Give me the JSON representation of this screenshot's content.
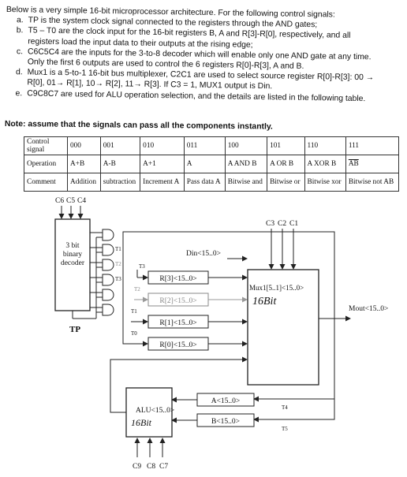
{
  "intro": {
    "lead": "Below is a very simple 16-bit microprocessor architecture. For the following control signals:",
    "items": [
      {
        "marker": "a.",
        "lines": [
          "TP is the system clock signal connected to the registers through the AND gates;"
        ]
      },
      {
        "marker": "b.",
        "lines": [
          "T5 – T0 are the clock input for the 16-bit registers B, A and R[3]-R[0], respectively, and all",
          "registers load the input data to their outputs at the rising edge;"
        ]
      },
      {
        "marker": "c.",
        "lines": [
          "C6C5C4 are the inputs for the 3-to-8 decoder which will enable only one AND gate at any time.",
          "Only the first 6 outputs are used to control the 6 registers R[0]-R[3], A and B."
        ]
      },
      {
        "marker": "d.",
        "lines": [
          "Mux1 is a 5-to-1 16-bit bus multiplexer, C2C1 are used to select source register R[0]-R[3]: 00 →",
          "R[0], 01→ R[1], 10→ R[2], 11→ R[3]. If C3 = 1, MUX1 output is Din."
        ]
      },
      {
        "marker": "e.",
        "lines": [
          "C9C8C7 are used for ALU operation selection, and the details are listed in the following table."
        ]
      }
    ]
  },
  "note": "Note: assume that the signals can pass all the components instantly.",
  "table": {
    "row_headers": [
      "Control signal",
      "Operation",
      "Comment"
    ],
    "columns": [
      {
        "code": "000",
        "operation": "A+B",
        "comment": "Addition"
      },
      {
        "code": "001",
        "operation": "A-B",
        "comment": "subtraction"
      },
      {
        "code": "010",
        "operation": "A+1",
        "comment": "Increment A"
      },
      {
        "code": "011",
        "operation": "A",
        "comment": "Pass data A"
      },
      {
        "code": "100",
        "operation": "A AND B",
        "comment": "Bitwise and"
      },
      {
        "code": "101",
        "operation": "A OR B",
        "comment": "Bitwise or"
      },
      {
        "code": "110",
        "operation": "A XOR B",
        "comment": "Bitwise xor"
      },
      {
        "code": "111",
        "operation": "AB",
        "comment": "Bitwise not AB"
      }
    ]
  },
  "diagram": {
    "decoder_label": [
      "3 bit",
      "binary",
      "decoder"
    ],
    "decoder_inputs": [
      "C6",
      "C5",
      "C4"
    ],
    "tp_label": "TP",
    "din_label": "Din<15..0>",
    "mux_label": "Mux1[5..1]<15..0>",
    "mux_handwritten": "16Bit",
    "mux_selects": [
      "C3",
      "C2",
      "C1"
    ],
    "mout_label": "Mout<15..0>",
    "registers": [
      "R[3]<15..0>",
      "R[2]<15..0>",
      "R[1]<15..0>",
      "R[0]<15..0>"
    ],
    "reg_clocks": [
      "T3",
      "T2",
      "T1",
      "T0"
    ],
    "gate_taps": [
      "T3",
      "T2",
      "T1"
    ],
    "alu_label": "ALU<15..0>",
    "alu_handwritten": "16Bit",
    "a_reg": "A<15..0>",
    "b_reg": "B<15..0>",
    "a_clock": "T4",
    "b_clock": "T5",
    "alu_selects": [
      "C9",
      "C8",
      "C7"
    ]
  }
}
